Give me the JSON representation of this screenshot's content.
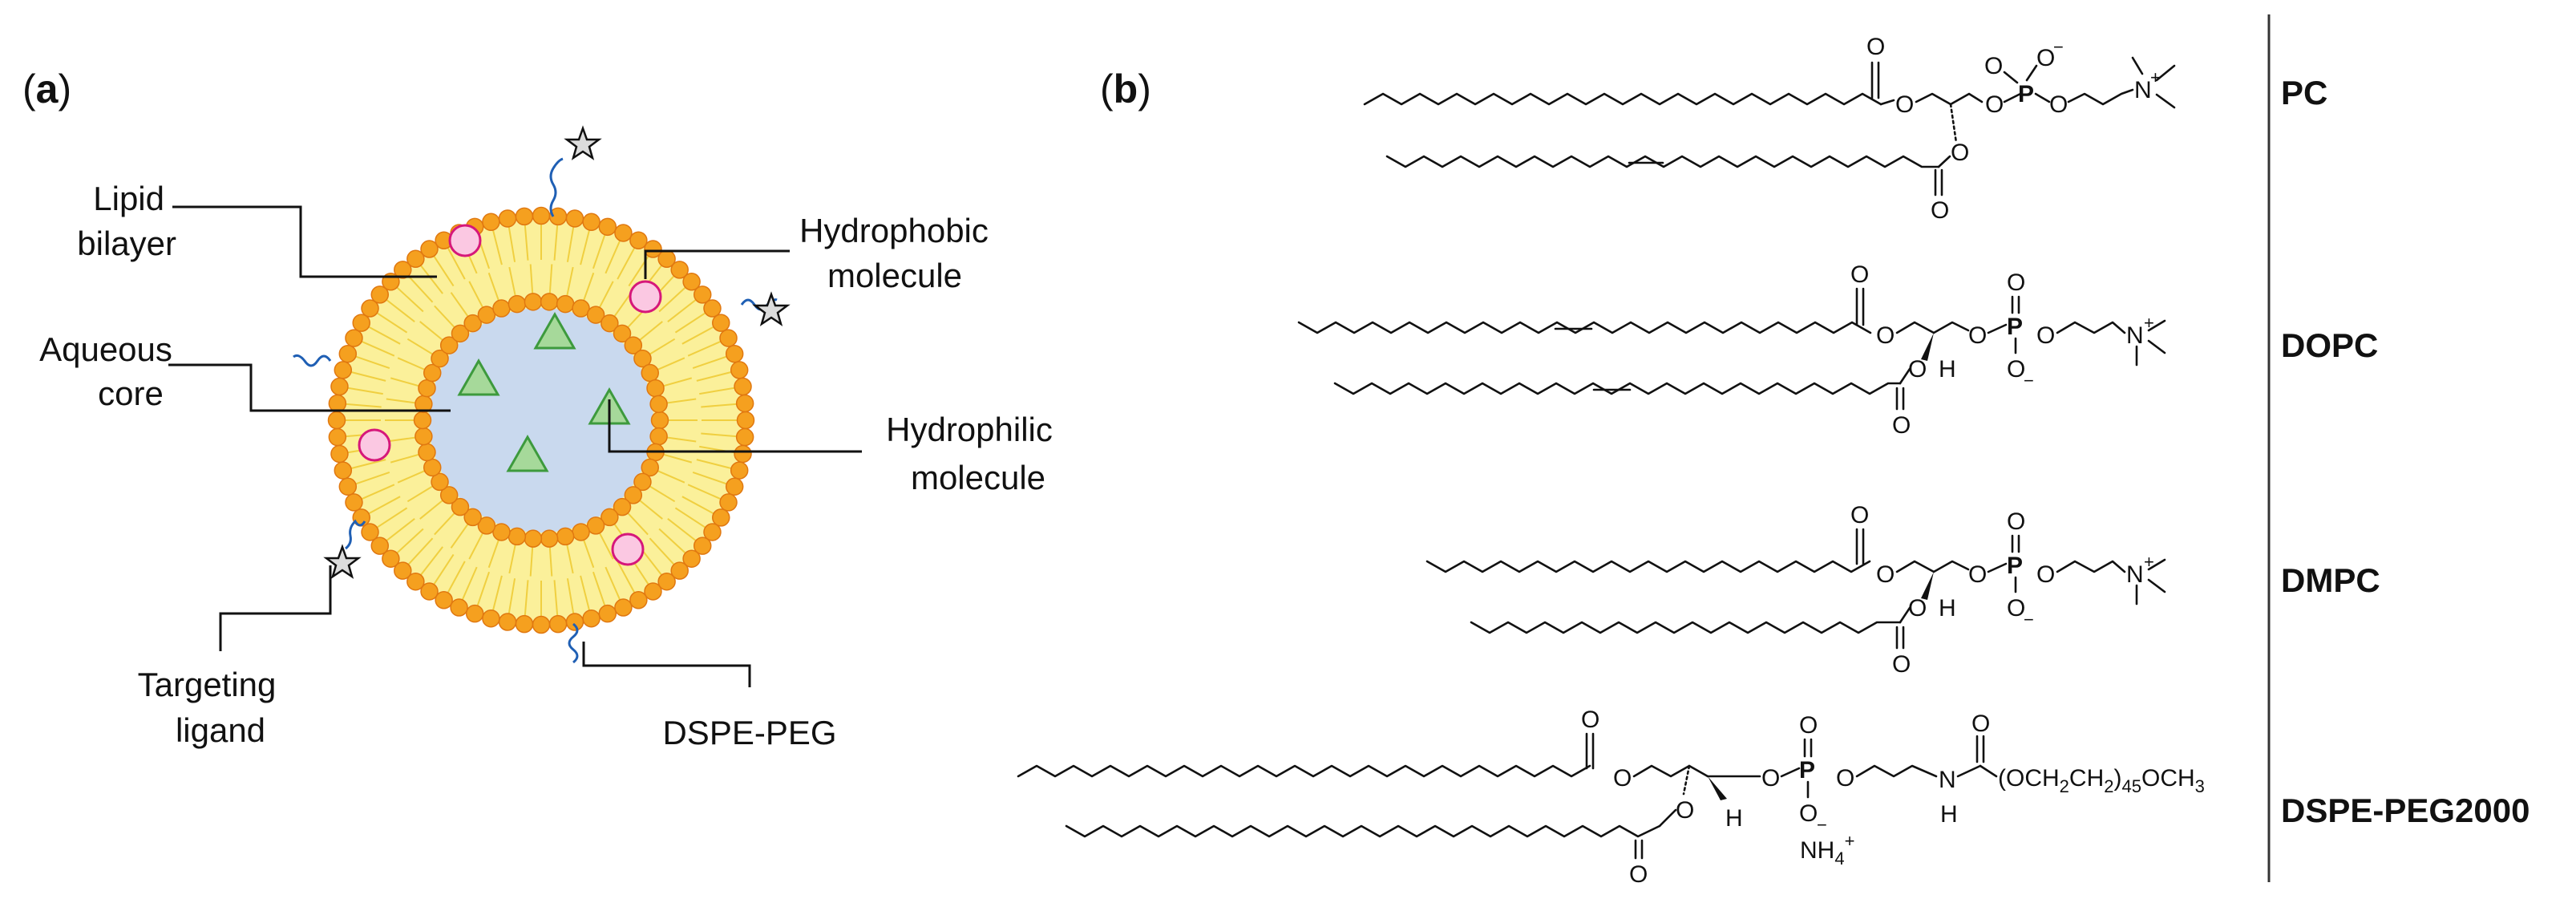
{
  "panel_a": {
    "label_paren_open": "(",
    "label_letter": "a",
    "label_paren_close": ")",
    "labels": {
      "lipid_bilayer": [
        "Lipid",
        "bilayer"
      ],
      "aqueous_core": [
        "Aqueous",
        "core"
      ],
      "hydrophobic": [
        "Hydrophobic",
        "molecule"
      ],
      "hydrophilic": [
        "Hydrophilic",
        "molecule"
      ],
      "targeting": [
        "Targeting",
        "ligand"
      ],
      "dspe_peg": "DSPE-PEG"
    }
  },
  "panel_b": {
    "label_paren_open": "(",
    "label_letter": "b",
    "label_paren_close": ")",
    "molecules": [
      {
        "name": "PC"
      },
      {
        "name": "DOPC"
      },
      {
        "name": "DMPC"
      },
      {
        "name": "DSPE-PEG2000"
      }
    ],
    "atoms": {
      "O": "O",
      "P": "P",
      "N": "N",
      "H": "H",
      "minus": "−",
      "plus": "+",
      "nh4_base": "NH",
      "nh4_sub": "4",
      "peg_prefix": "(OCH",
      "peg_sub1": "2",
      "peg_mid": "CH",
      "peg_sub2": "2",
      "peg_close": ")",
      "peg_sub3": "45",
      "peg_suffix": "OCH",
      "peg_sub4": "3"
    }
  },
  "colors": {
    "head_group": "#f5a01f",
    "head_group_stroke": "#e07810",
    "tail_fill": "#fbf09a",
    "tail_line": "#f0cf40",
    "core": "#c9d9ee",
    "hydrophobic_fill": "#fbc8e2",
    "hydrophobic_stroke": "#d6187a",
    "hydrophilic_fill": "#a6d99a",
    "hydrophilic_stroke": "#3d9a3d",
    "peg": "#1f5fb4",
    "divider": "#333333"
  }
}
